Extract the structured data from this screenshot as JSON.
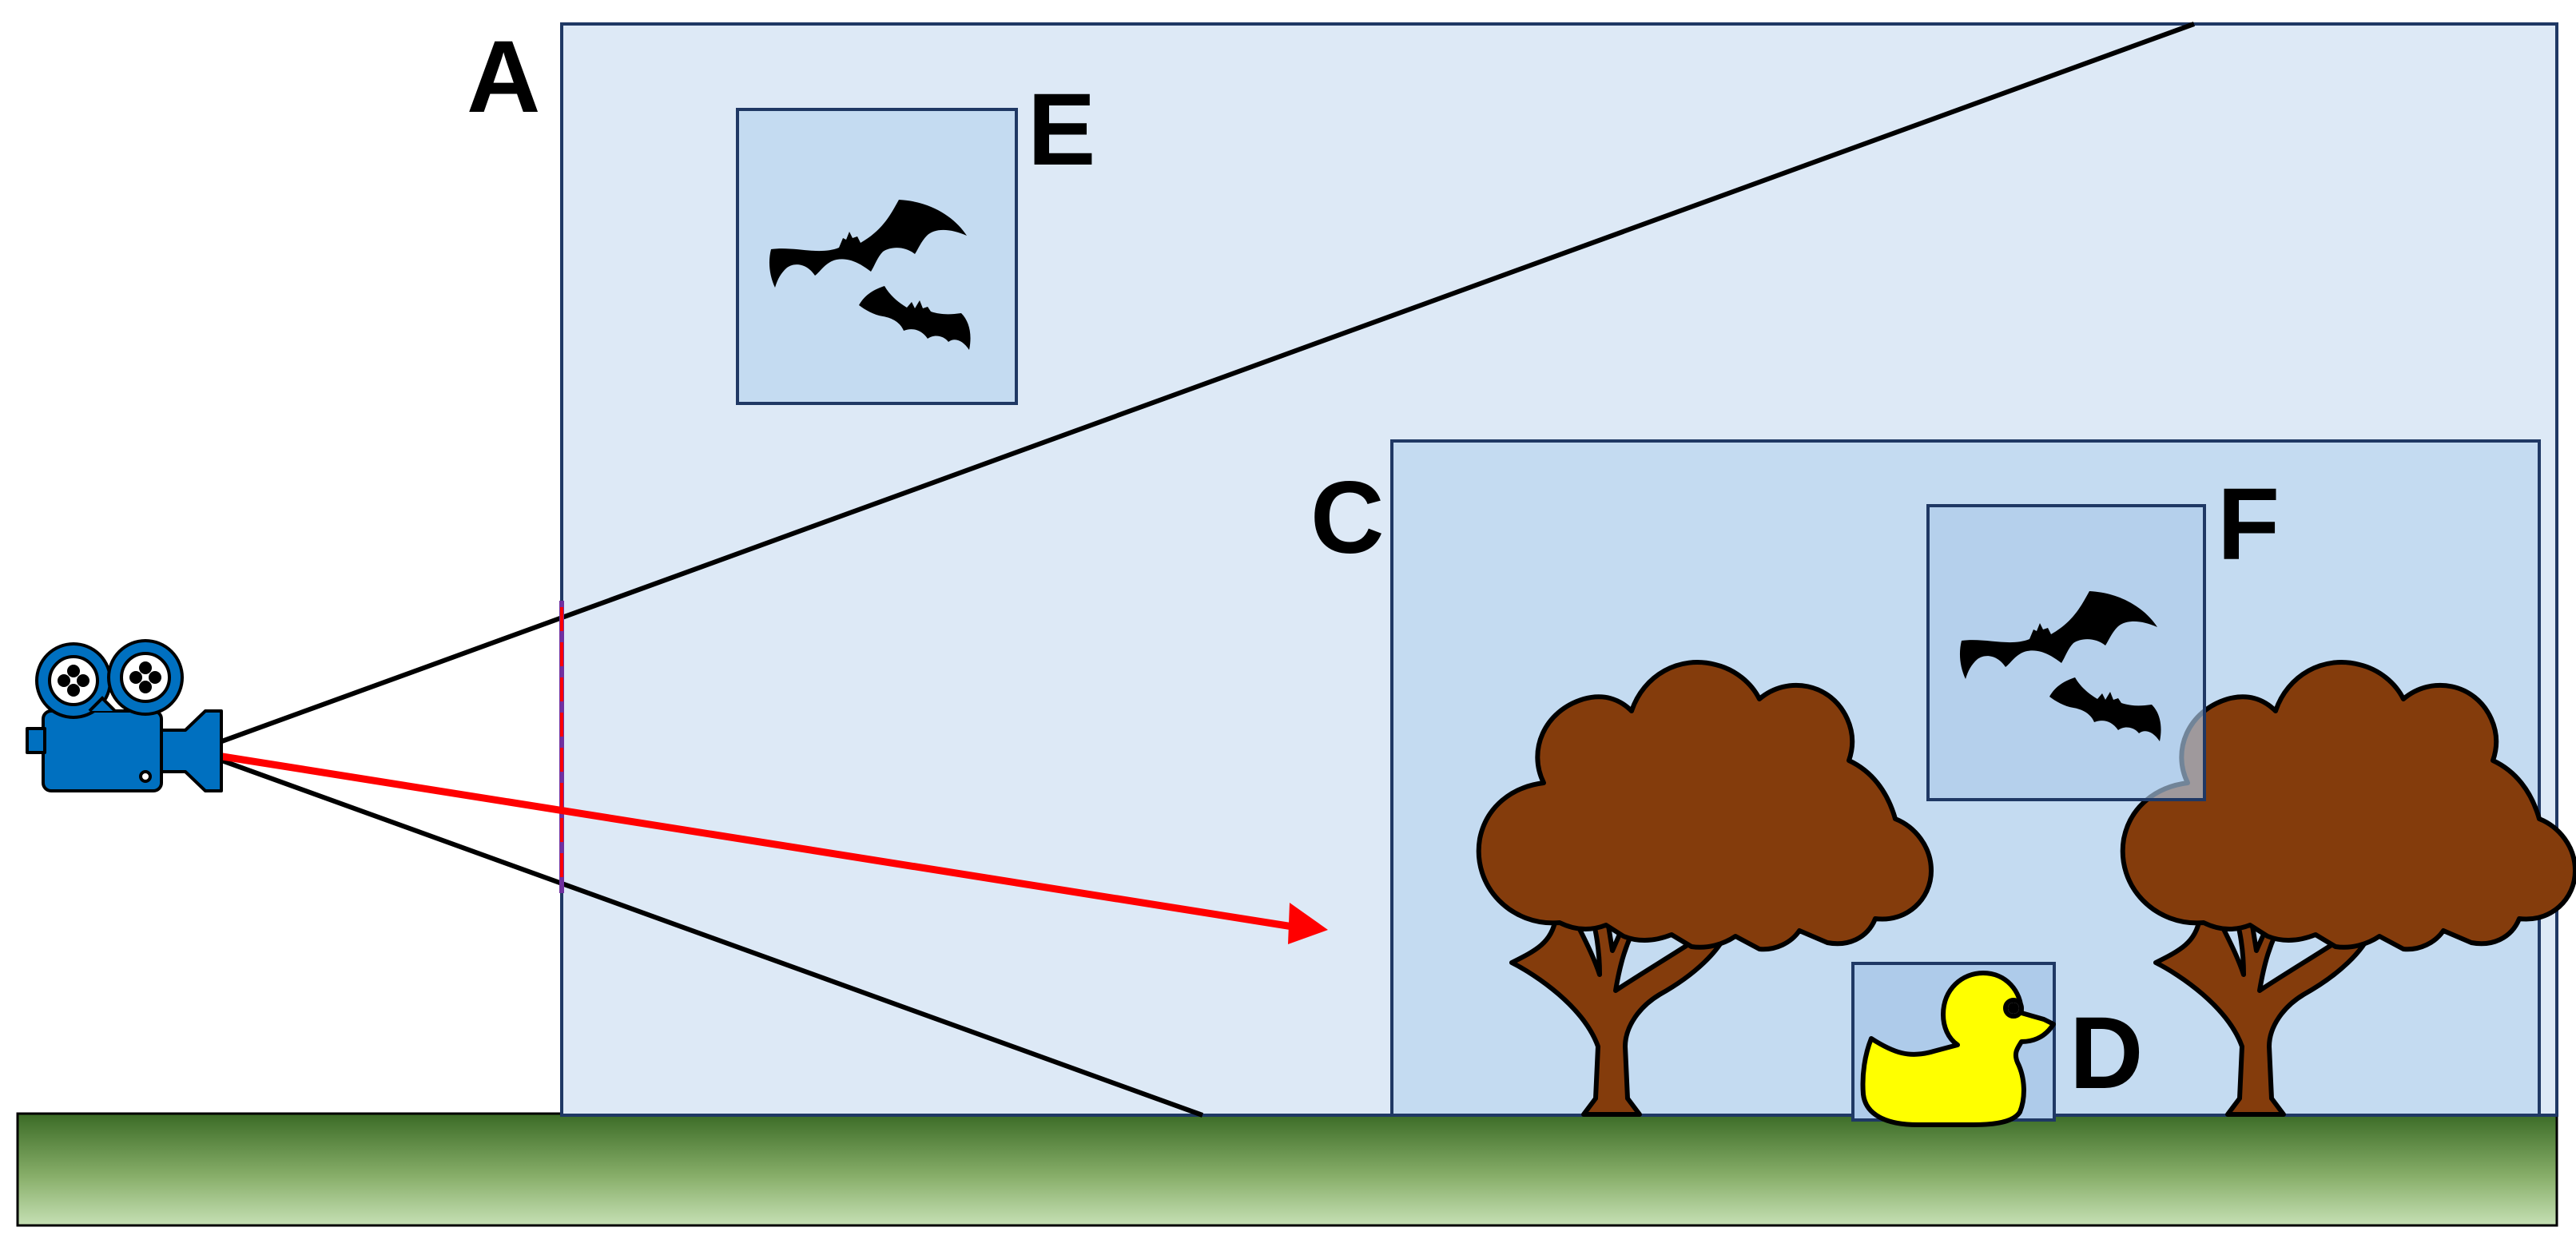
{
  "labels": {
    "a": "A",
    "c": "C",
    "d": "D",
    "e": "E",
    "f": "F"
  },
  "colors": {
    "box_outer": "#dde9f6",
    "box_inner": "#c4dbf1",
    "box_small": "#aecbea",
    "box_stroke": "#1f3864",
    "tree": "#843c0c",
    "duck": "#ffff00",
    "ray": "#ff0000",
    "ground_top": "#3b6b26",
    "ground_bottom": "#c5e0b4",
    "camera": "#0070c0"
  },
  "icons": [
    "camera-icon",
    "bat-icon",
    "tree-icon",
    "duck-icon"
  ]
}
